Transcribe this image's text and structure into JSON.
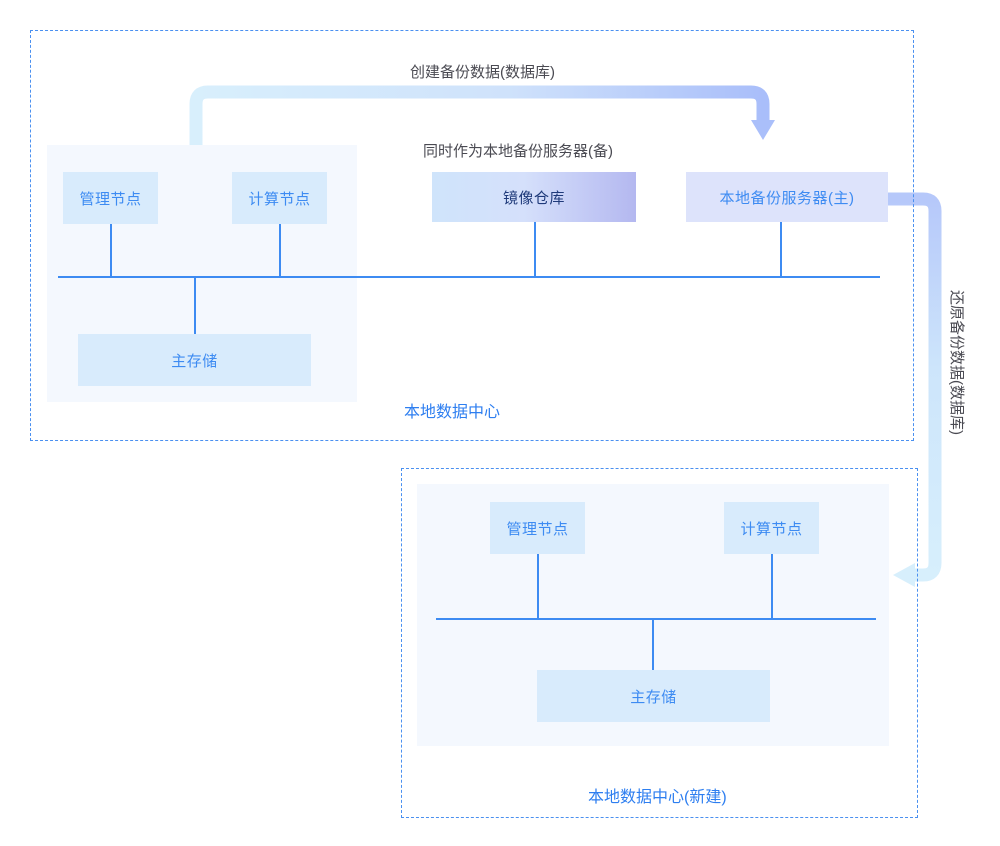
{
  "diagram": {
    "title_hidden": "",
    "colors": {
      "accent": "#3d8bf2",
      "region_border": "#4a90f0",
      "panel_bg": "#f4f8fe",
      "node_bg": "#d8ebfc",
      "arrow_light": "#d5edfb",
      "arrow_dark": "#aabffa",
      "label_text": "#4a4a52"
    },
    "flows": [
      {
        "id": "create-backup",
        "label": "创建备份数据(数据库)",
        "orientation": "horizontal"
      },
      {
        "id": "restore-backup",
        "label": "还原备份数据(数据库)",
        "orientation": "vertical"
      }
    ],
    "annotations": [
      {
        "id": "registry-note",
        "label": "同时作为本地备份服务器(备)"
      }
    ],
    "regions": [
      {
        "id": "local-dc",
        "caption": "本地数据中心",
        "nodes": [
          {
            "id": "mgmt-node",
            "label": "管理节点",
            "style": "plain"
          },
          {
            "id": "compute-node",
            "label": "计算节点",
            "style": "plain"
          },
          {
            "id": "image-registry",
            "label": "镜像仓库",
            "style": "gradient"
          },
          {
            "id": "backup-server-primary",
            "label": "本地备份服务器(主)",
            "style": "lavender"
          },
          {
            "id": "primary-storage",
            "label": "主存储",
            "style": "plain"
          }
        ]
      },
      {
        "id": "local-dc-new",
        "caption": "本地数据中心(新建)",
        "nodes": [
          {
            "id": "mgmt-node-new",
            "label": "管理节点",
            "style": "plain"
          },
          {
            "id": "compute-node-new",
            "label": "计算节点",
            "style": "plain"
          },
          {
            "id": "primary-storage-new",
            "label": "主存储",
            "style": "plain"
          }
        ]
      }
    ]
  }
}
